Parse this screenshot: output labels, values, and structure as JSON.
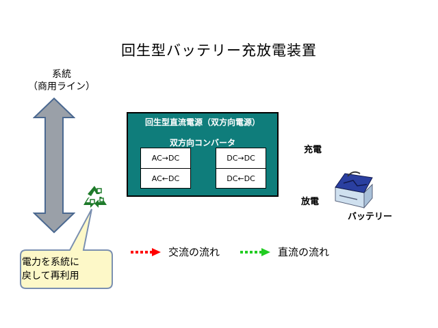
{
  "title": "回生型バッテリー充放電装置",
  "grid": {
    "label_line1": "系統",
    "label_line2": "（商用ライン）"
  },
  "callout": {
    "line1": "電力を系統に",
    "line2": "戻して再利用"
  },
  "power_supply": {
    "title": "回生型直流電源（双方向電源）",
    "converter_title": "双方向コンバータ",
    "converters": [
      {
        "forward": "AC→DC",
        "reverse": "AC←DC"
      },
      {
        "forward": "DC→DC",
        "reverse": "DC←DC"
      }
    ]
  },
  "battery": {
    "charge_label": "充電",
    "discharge_label": "放電",
    "label": "バッテリー"
  },
  "legend": {
    "ac": {
      "label": "交流の流れ",
      "color": "#ff0000"
    },
    "dc": {
      "label": "直流の流れ",
      "color": "#22cc22"
    }
  },
  "colors": {
    "psu_fill": "#0f7d7b",
    "callout_fill": "#fdf8c8",
    "callout_border": "#7a8fb0",
    "arrow_fill": "#9aa0a8",
    "arrow_border": "#4a6890",
    "recycle": "#1e7a2a",
    "battery_top": "#2a3fa0"
  }
}
